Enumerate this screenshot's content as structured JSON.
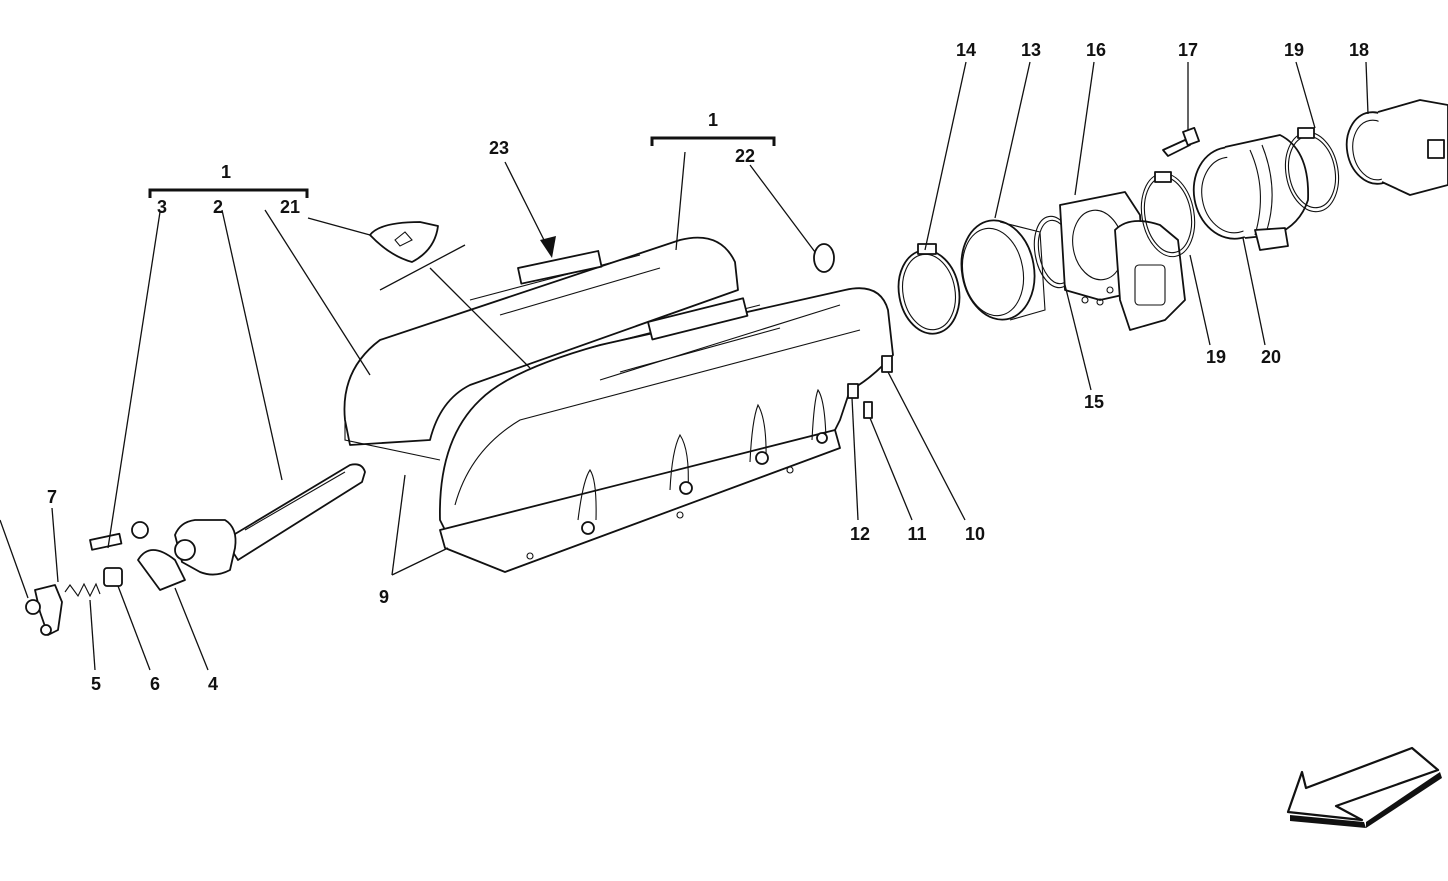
{
  "diagram": {
    "callouts": {
      "c1_left": "1",
      "c1_right": "1",
      "c2": "2",
      "c3": "3",
      "c4": "4",
      "c5": "5",
      "c6": "6",
      "c7": "7",
      "c9": "9",
      "c10": "10",
      "c11": "11",
      "c12": "12",
      "c13": "13",
      "c14": "14",
      "c15": "15",
      "c16": "16",
      "c17": "17",
      "c18": "18",
      "c19_top": "19",
      "c19_bottom": "19",
      "c20": "20",
      "c21": "21",
      "c22": "22",
      "c23": "23"
    }
  }
}
